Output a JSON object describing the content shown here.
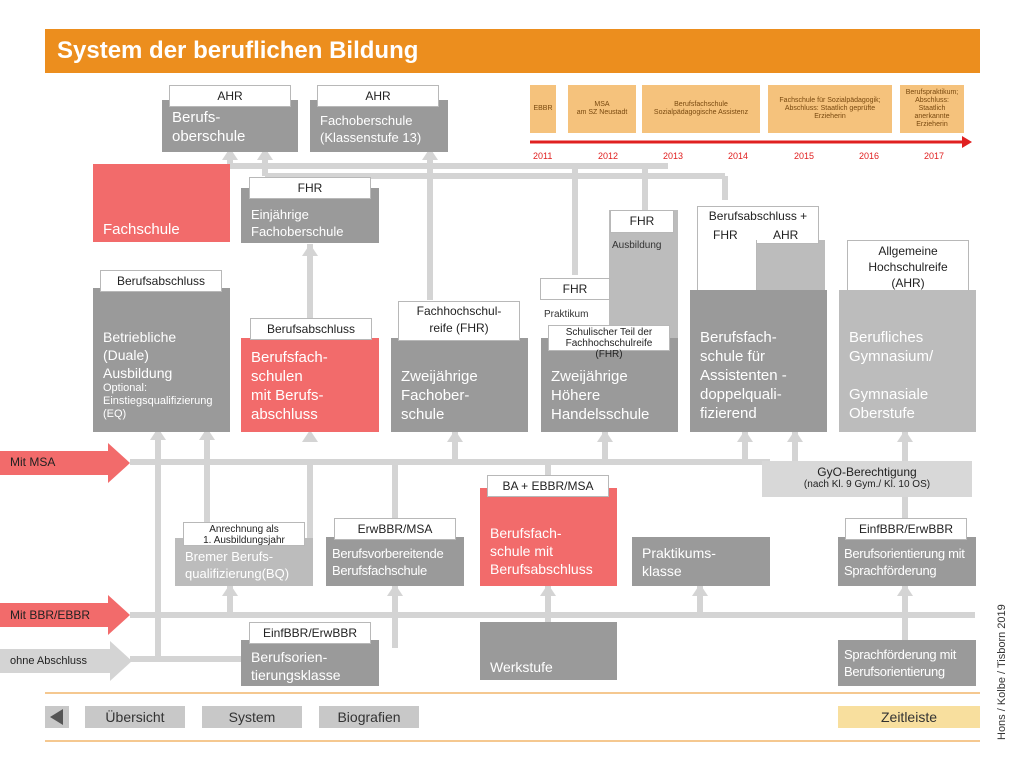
{
  "title": "System der beruflichen Bildung",
  "timeline": {
    "boxes": [
      "EBBR",
      "MSA\nam SZ Neustadt",
      "Berufsfachschule\nSozialpädagogische Assistenz",
      "Fachschule für Sozialpädagogik;\nAbschluss: Staatlich geprüfte\nErzieherin",
      "Berufspraktikum;\nAbschluss:\nStaatlich\nanerkannte\nErzieherin"
    ],
    "years": [
      "2011",
      "2012",
      "2013",
      "2014",
      "2015",
      "2016",
      "2017"
    ]
  },
  "labels": {
    "ahr1": "AHR",
    "ahr2": "AHR",
    "fhr_top": "FHR",
    "fhr_praktikum": "FHR",
    "fhr_ausbildung": "FHR",
    "ba_fhr_ahr": "Berufsabschluss +",
    "ba_fhr": "FHR",
    "ba_ahr": "AHR",
    "allg_hr": "Allgemeine\nHochschulreife\n(AHR)",
    "ba1": "Berufsabschluss",
    "ba2": "Berufsabschluss",
    "fhs_reife": "Fachhochschul-\nreife (FHR)",
    "schul_teil": "Schulischer Teil der\nFachhochschulreife (FHR)",
    "ba_ebbr_msa": "BA + EBBR/MSA",
    "anrechnung": "Anrechnung als\n1. Ausbildungsjahr",
    "erwbbr_msa": "ErwBBR/MSA",
    "einf_erw1": "EinfBBR/ErwBBR",
    "einf_erw2": "EinfBBR/ErwBBR"
  },
  "boxes": {
    "berufsoberschule": "Berufs-\noberschule",
    "fachoberschule13": "Fachoberschule\n(Klassenstufe 13)",
    "fachschule": "Fachschule",
    "einj_fos": "Einjährige\nFachoberschule",
    "praktikum": "Praktikum",
    "ausbildung": "Ausbildung",
    "betriebliche": "Betriebliche\n(Duale)\nAusbildung",
    "betriebliche_opt": "Optional:\nEinstiegsqualifizierung\n(EQ)",
    "bfs_ba": "Berufsfach-\nschulen\nmit Berufs-\nabschluss",
    "zweij_fos": "Zweijährige\nFachober-\nschule",
    "hhs": "Zweijährige\nHöhere\nHandelsschule",
    "bfs_assist": "Berufsfach-\nschule für\nAssistenten -\ndoppelquali-\nfizierend",
    "bgym": "Berufliches\nGymnasium/\n\nGymnasiale\nOberstufe",
    "gyo": "GyO-Berechtigung",
    "gyo_sub": "(nach Kl. 9 Gym./  Kl. 10 OS)",
    "bq": "Bremer Berufs-\nqualifizierung(BQ)",
    "bvbf": "Berufsvorbereitende\nBerufsfachschule",
    "bfs_mit_ba": "Berufsfach-\nschule mit\nBerufsabschluss",
    "praktikumsklasse": "Praktikums-\nklasse",
    "bo_sprach": "Berufsorientierung mit\nSprachförderung",
    "bo_klasse": "Berufsorien-\ntierungsklasse",
    "werkstufe": "Werkstufe",
    "sprach_bo": "Sprachförderung mit\nBerufsorientierung"
  },
  "arrows": {
    "msa": "Mit MSA",
    "bbr": "Mit BBR/EBBR",
    "ohne": "ohne Abschluss"
  },
  "nav": {
    "uebersicht": "Übersicht",
    "system": "System",
    "biografien": "Biografien",
    "zeitleiste": "Zeitleiste"
  },
  "credit": "Hons / Kolbe / Tisborn 2019",
  "colors": {
    "title_bg": "#ec8e1e",
    "dark_box": "#9a9a9a",
    "light_box": "#bcbcbc",
    "red_box": "#f26b6b",
    "timeline": "#e02020",
    "active_nav": "#f8df9e"
  }
}
